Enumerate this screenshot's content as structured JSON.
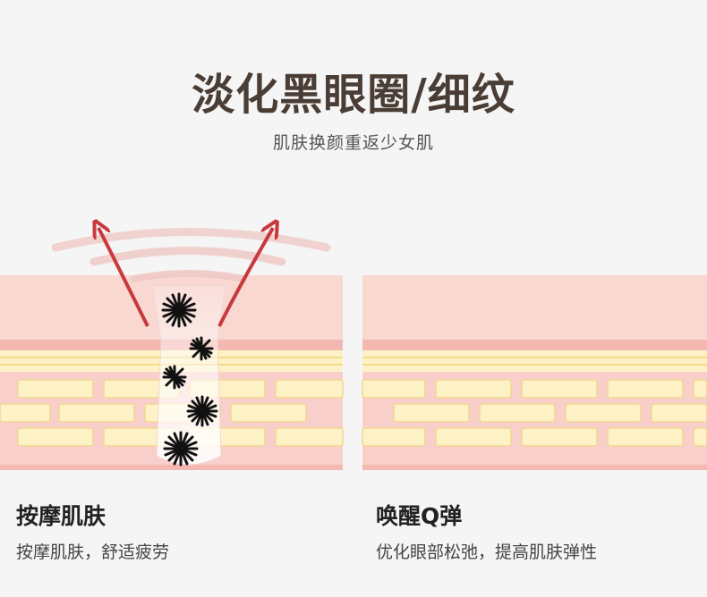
{
  "header": {
    "title": "淡化黑眼圈/细纹",
    "subtitle": "肌肤换颜重返少女肌"
  },
  "panels": [
    {
      "heading": "按摩肌肤",
      "description": "按摩肌肤，舒适疲劳"
    },
    {
      "heading": "唤醒Q弹",
      "description": "优化眼部松弛，提高肌肤弹性"
    }
  ],
  "colors": {
    "epidermis": "#f9d8d2",
    "fat_cell": "#fdf2c6",
    "dermis": "#f6c6c2",
    "arrow": "#c9383c",
    "wave": "#efc9c5"
  }
}
